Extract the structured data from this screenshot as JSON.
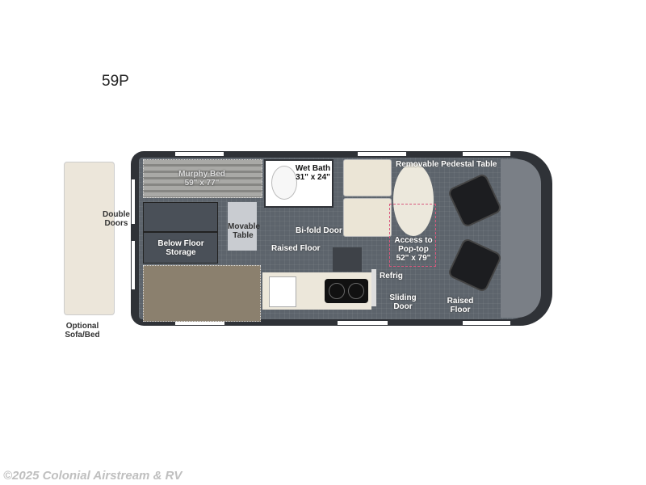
{
  "title": "59P",
  "labels": {
    "optional_sofa": "Optional Sofa/Bed",
    "double_doors": "Double Doors",
    "murphy_bed": "Murphy Bed",
    "murphy_bed_size": "59\" x 77\"",
    "below_floor_storage": "Below Floor Storage",
    "movable_table": "Movable Table",
    "wet_bath": "Wet Bath",
    "wet_bath_size": "31\" x 24\"",
    "bifold_door": "Bi-fold Door",
    "raised_floor_1": "Raised Floor",
    "removable_table": "Removable Pedestal Table",
    "access_poptop": "Access to Pop-top",
    "poptop_size": "52\" x 79\"",
    "refrig": "Refrig",
    "sliding_door": "Sliding Door",
    "raised_floor_2": "Raised Floor"
  },
  "watermark": "©2025 Colonial Airstream & RV"
}
